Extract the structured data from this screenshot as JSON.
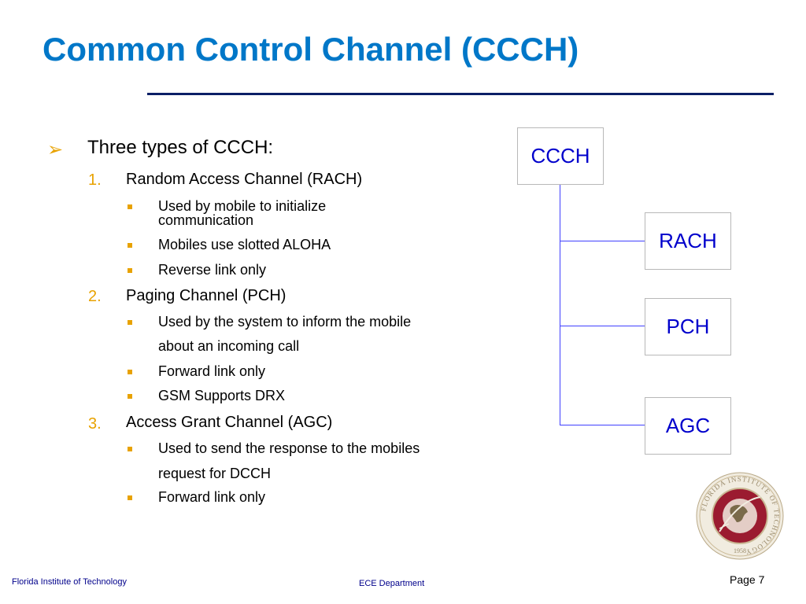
{
  "slide": {
    "title": "Common Control Channel (CCCH)"
  },
  "content": {
    "intro_marker": "➢",
    "intro": "Three types of CCCH:",
    "items": [
      {
        "number": "1.",
        "label": "Random Access Channel (RACH)",
        "bullets": [
          "Used by mobile to initialize",
          "communication",
          "Mobiles use slotted ALOHA",
          "Reverse link only"
        ]
      },
      {
        "number": "2.",
        "label": "Paging Channel (PCH)",
        "bullets": [
          "Used by the system to inform the mobile",
          "about an incoming call",
          "Forward link only",
          "GSM Supports DRX"
        ]
      },
      {
        "number": "3.",
        "label": "Access Grant Channel (AGC)",
        "bullets": [
          "Used to send the response to the mobiles",
          "request for DCCH",
          "Forward link only"
        ]
      }
    ]
  },
  "diagram": {
    "root": "CCCH",
    "children": [
      "RACH",
      "PCH",
      "AGC"
    ]
  },
  "footer": {
    "left": "Florida Institute of Technology",
    "center": "ECE Department",
    "right": "Page 7"
  },
  "seal": {
    "outer_text": "FLORIDA INSTITUTE OF TECHNOLOGY",
    "year": "1958"
  },
  "colors": {
    "title": "#0077c8",
    "rule": "#0b1f66",
    "accent": "#e8a200",
    "diagram_text": "#0000cc",
    "connector": "#4040ff",
    "footer": "#00008b",
    "seal_red": "#9b1b30"
  }
}
